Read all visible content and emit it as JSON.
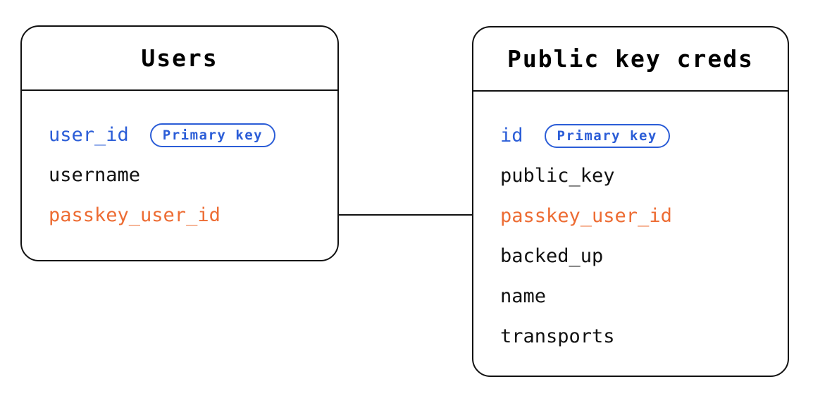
{
  "diagram": {
    "type": "entity-relationship",
    "colors": {
      "primary_key_blue": "#2b5dd7",
      "foreign_field_orange": "#ed6c33",
      "line_black": "#111111",
      "background": "#ffffff"
    },
    "tables": [
      {
        "title": "Users",
        "fields": [
          {
            "name": "user_id",
            "badge": "Primary key",
            "color": "blue"
          },
          {
            "name": "username",
            "color": "black"
          },
          {
            "name": "passkey_user_id",
            "color": "orange"
          }
        ]
      },
      {
        "title": "Public key creds",
        "fields": [
          {
            "name": "id",
            "badge": "Primary key",
            "color": "blue"
          },
          {
            "name": "public_key",
            "color": "black"
          },
          {
            "name": "passkey_user_id",
            "color": "orange"
          },
          {
            "name": "backed_up",
            "color": "black"
          },
          {
            "name": "name",
            "color": "black"
          },
          {
            "name": "transports",
            "color": "black"
          }
        ]
      }
    ],
    "relationship": {
      "from_field": "Users.passkey_user_id",
      "to_field": "Public key creds.passkey_user_id",
      "style": "straight horizontal line"
    }
  }
}
